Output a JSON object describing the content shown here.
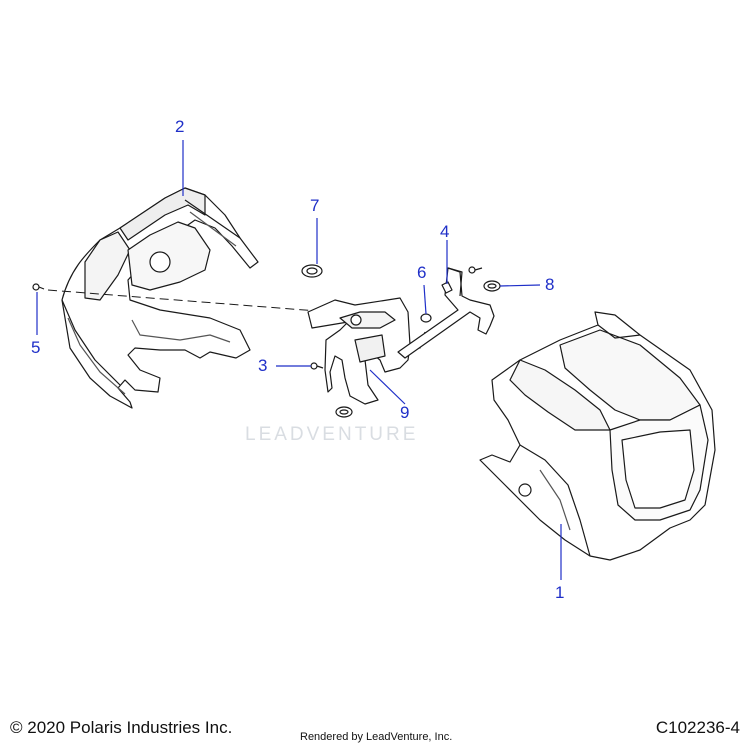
{
  "callouts": [
    {
      "number": "1",
      "part": "headlight-shroud"
    },
    {
      "number": "2",
      "part": "front-cowl-panel"
    },
    {
      "number": "3",
      "part": "screw"
    },
    {
      "number": "4",
      "part": "clip"
    },
    {
      "number": "5",
      "part": "screw"
    },
    {
      "number": "6",
      "part": "nut"
    },
    {
      "number": "7",
      "part": "grommet"
    },
    {
      "number": "8",
      "part": "grommet"
    },
    {
      "number": "9",
      "part": "mounting-bracket"
    }
  ],
  "watermark": "LEADVENTURE",
  "footer": {
    "copyright": "© 2020 Polaris Industries Inc.",
    "rendered_by": "Rendered by LeadVenture, Inc.",
    "diagram_code": "C102236-4"
  },
  "colors": {
    "callout": "#1f2fc8",
    "part_stroke": "#1a1a1a",
    "part_fill": "#ffffff",
    "watermark": "#d9dde2"
  }
}
